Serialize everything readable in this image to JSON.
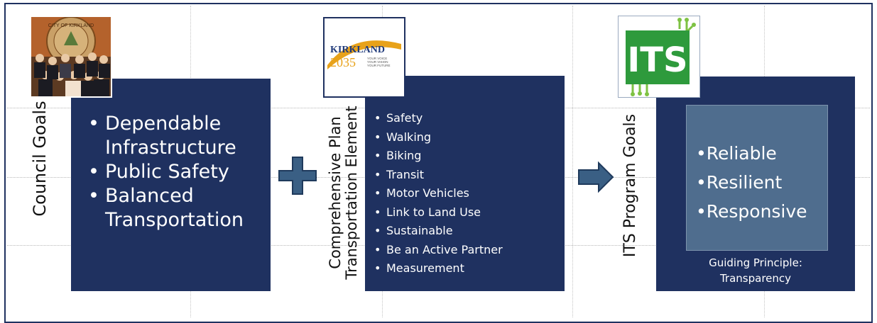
{
  "council": {
    "label": "Council Goals",
    "items": [
      "Dependable Infrastructure",
      "Public Safety",
      "Balanced Transportation"
    ]
  },
  "comprehensive_plan": {
    "label_line1": "Comprehensive Plan",
    "label_line2": "Transportation Element",
    "items": [
      "Safety",
      "Walking",
      "Biking",
      "Transit",
      "Motor Vehicles",
      "Link to Land Use",
      "Sustainable",
      "Be an Active Partner",
      "Measurement"
    ]
  },
  "its": {
    "label": "ITS Program Goals",
    "items": [
      "•Reliable",
      "•Resilient",
      "•Responsive"
    ],
    "guiding_line1": "Guiding Principle:",
    "guiding_line2": "Transparency"
  },
  "logos": {
    "kirkland_name": "KIRKLAND",
    "kirkland_year": "2035",
    "kirkland_tagline_1": "YOUR VOICE",
    "kirkland_tagline_2": "YOUR VISION",
    "kirkland_tagline_3": "YOUR FUTURE",
    "its_text": "ITS",
    "seal_text": "CITY OF KIRKLAND"
  },
  "colors": {
    "navy": "#1f3160",
    "slate": "#4f6d8e",
    "operator": "#3a5f84",
    "its_green": "#2e9a3c",
    "kirkland_gold": "#e8a21a"
  }
}
